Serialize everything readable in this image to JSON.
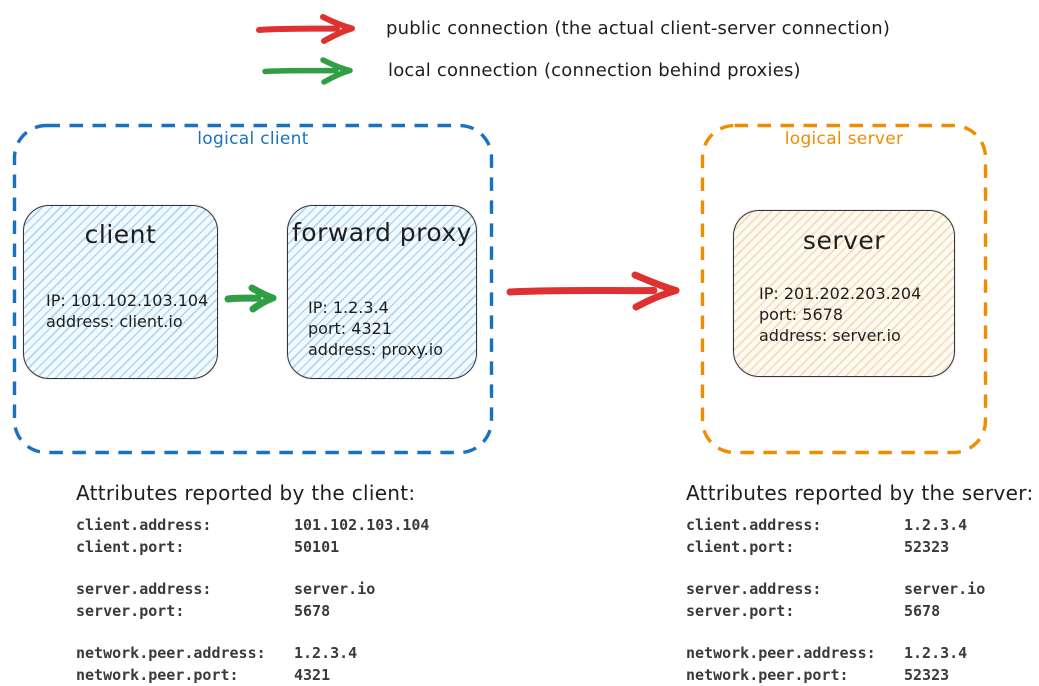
{
  "legend": {
    "public": {
      "label": "public connection (the actual client-server connection)",
      "color": "#e03131"
    },
    "local": {
      "label": "local connection (connection behind proxies)",
      "color": "#2f9e44"
    }
  },
  "logical_client": {
    "label": "logical client",
    "border_color": "#1971c2",
    "client_node": {
      "title": "client",
      "lines": [
        "IP: 101.102.103.104",
        "address: client.io"
      ]
    },
    "proxy_node": {
      "title": "forward proxy",
      "lines": [
        "IP: 1.2.3.4",
        "port: 4321",
        "address: proxy.io"
      ]
    }
  },
  "logical_server": {
    "label": "logical server",
    "border_color": "#f08c00",
    "server_node": {
      "title": "server",
      "lines": [
        "IP: 201.202.203.204",
        "port: 5678",
        "address: server.io"
      ]
    }
  },
  "client_attributes": {
    "heading": "Attributes reported by the client:",
    "rows": [
      {
        "key": "client.address:",
        "value": "101.102.103.104"
      },
      {
        "key": "client.port:",
        "value": "50101"
      },
      {
        "key": "server.address:",
        "value": "server.io"
      },
      {
        "key": "server.port:",
        "value": "5678"
      },
      {
        "key": "network.peer.address:",
        "value": "1.2.3.4"
      },
      {
        "key": "network.peer.port:",
        "value": "4321"
      }
    ]
  },
  "server_attributes": {
    "heading": "Attributes reported by the server:",
    "rows": [
      {
        "key": "client.address:",
        "value": "1.2.3.4"
      },
      {
        "key": "client.port:",
        "value": "52323"
      },
      {
        "key": "server.address:",
        "value": "server.io"
      },
      {
        "key": "server.port:",
        "value": "5678"
      },
      {
        "key": "network.peer.address:",
        "value": "1.2.3.4"
      },
      {
        "key": "network.peer.port:",
        "value": "52323"
      }
    ]
  },
  "colors": {
    "public_arrow": "#e03131",
    "local_arrow": "#2f9e44",
    "logical_client_border": "#1971c2",
    "logical_server_border": "#f08c00",
    "client_node_fill": "#ddeefb",
    "server_node_fill": "#fbf3e4",
    "text": "#1e1e1e"
  }
}
